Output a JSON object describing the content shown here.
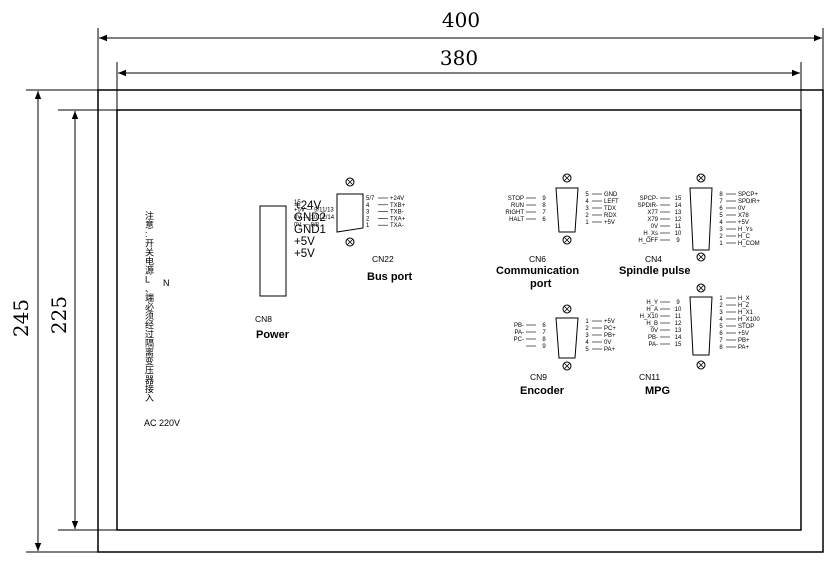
{
  "dimensions": {
    "outer_width": "400",
    "inner_width": "380",
    "outer_height": "245",
    "inner_height": "225"
  },
  "note": {
    "chars": [
      "注",
      "意",
      ":",
      "开",
      "关",
      "电",
      "源",
      "L",
      "、",
      "N",
      "端",
      "必",
      "须",
      "经",
      "过",
      "隔",
      "离",
      "变",
      "压",
      "器",
      "接",
      "入"
    ],
    "last_line": "AC 220V"
  },
  "power": {
    "terminals": [
      "+24V",
      "GND2",
      "GND1",
      "+5V",
      "+5V"
    ],
    "conn_label": "CN8",
    "title": "Power",
    "pins_left": [
      "15",
      "+5V — 9/11/13",
      "0V — 10/12/14",
      "0V — 8/8"
    ]
  },
  "bus": {
    "conn_label": "CN22",
    "title": "Bus port",
    "pins": [
      {
        "num": "5/7",
        "name": "+24V"
      },
      {
        "num": "4",
        "name": "TXB+"
      },
      {
        "num": "3",
        "name": "TXB-"
      },
      {
        "num": "2",
        "name": "TXA+"
      },
      {
        "num": "1",
        "name": "TXA-"
      }
    ]
  },
  "cn6": {
    "conn_label": "CN6",
    "title_line1": "Communication",
    "title_line2": "port",
    "left_pins": [
      {
        "name": "STOP",
        "num": "9"
      },
      {
        "name": "RUN",
        "num": "8"
      },
      {
        "name": "RIGHT",
        "num": "7"
      },
      {
        "name": "HALT",
        "num": "6"
      }
    ],
    "right_pins": [
      {
        "num": "5",
        "name": "GND"
      },
      {
        "num": "4",
        "name": "LEFT"
      },
      {
        "num": "3",
        "name": "TDX"
      },
      {
        "num": "2",
        "name": "RDX"
      },
      {
        "num": "1",
        "name": "+5V"
      }
    ]
  },
  "cn4": {
    "conn_label": "CN4",
    "title": "Spindle pulse",
    "left_pins": [
      {
        "name": "SPCP-",
        "num": "15"
      },
      {
        "name": "SPDIR-",
        "num": "14"
      },
      {
        "name": "X77",
        "num": "13"
      },
      {
        "name": "X79",
        "num": "12"
      },
      {
        "name": "0V",
        "num": "11"
      },
      {
        "name": "H_Xs",
        "num": "10"
      },
      {
        "name": "H_OFF",
        "num": "9"
      }
    ],
    "right_pins": [
      {
        "num": "8",
        "name": "SPCP+"
      },
      {
        "num": "7",
        "name": "SPDIR+"
      },
      {
        "num": "6",
        "name": "0V"
      },
      {
        "num": "5",
        "name": "X78"
      },
      {
        "num": "4",
        "name": "+5V"
      },
      {
        "num": "3",
        "name": "H_Ys"
      },
      {
        "num": "2",
        "name": "H_C"
      },
      {
        "num": "1",
        "name": "H_COM"
      }
    ]
  },
  "cn9": {
    "conn_label": "CN9",
    "title": "Encoder",
    "left_pins": [
      {
        "name": "PB-",
        "num": "6"
      },
      {
        "name": "PA-",
        "num": "7"
      },
      {
        "name": "PC-",
        "num": "8"
      },
      {
        "name": "",
        "num": "9"
      }
    ],
    "right_pins": [
      {
        "num": "1",
        "name": "+5V"
      },
      {
        "num": "2",
        "name": "PC+"
      },
      {
        "num": "3",
        "name": "PB+"
      },
      {
        "num": "4",
        "name": "0V"
      },
      {
        "num": "5",
        "name": "PA+"
      }
    ]
  },
  "cn11": {
    "conn_label": "CN11",
    "title": "MPG",
    "left_pins": [
      {
        "name": "H_Y",
        "num": "9"
      },
      {
        "name": "H_A",
        "num": "10"
      },
      {
        "name": "H_X10",
        "num": "11"
      },
      {
        "name": "H_B",
        "num": "12"
      },
      {
        "name": "0V",
        "num": "13"
      },
      {
        "name": "PB-",
        "num": "14"
      },
      {
        "name": "PA-",
        "num": "15"
      }
    ],
    "right_pins": [
      {
        "num": "1",
        "name": "H_X"
      },
      {
        "num": "2",
        "name": "H_Z"
      },
      {
        "num": "3",
        "name": "H_X1"
      },
      {
        "num": "4",
        "name": "H_X100"
      },
      {
        "num": "5",
        "name": "STOP"
      },
      {
        "num": "6",
        "name": "+5V"
      },
      {
        "num": "7",
        "name": "PB+"
      },
      {
        "num": "8",
        "name": "PA+"
      }
    ]
  }
}
